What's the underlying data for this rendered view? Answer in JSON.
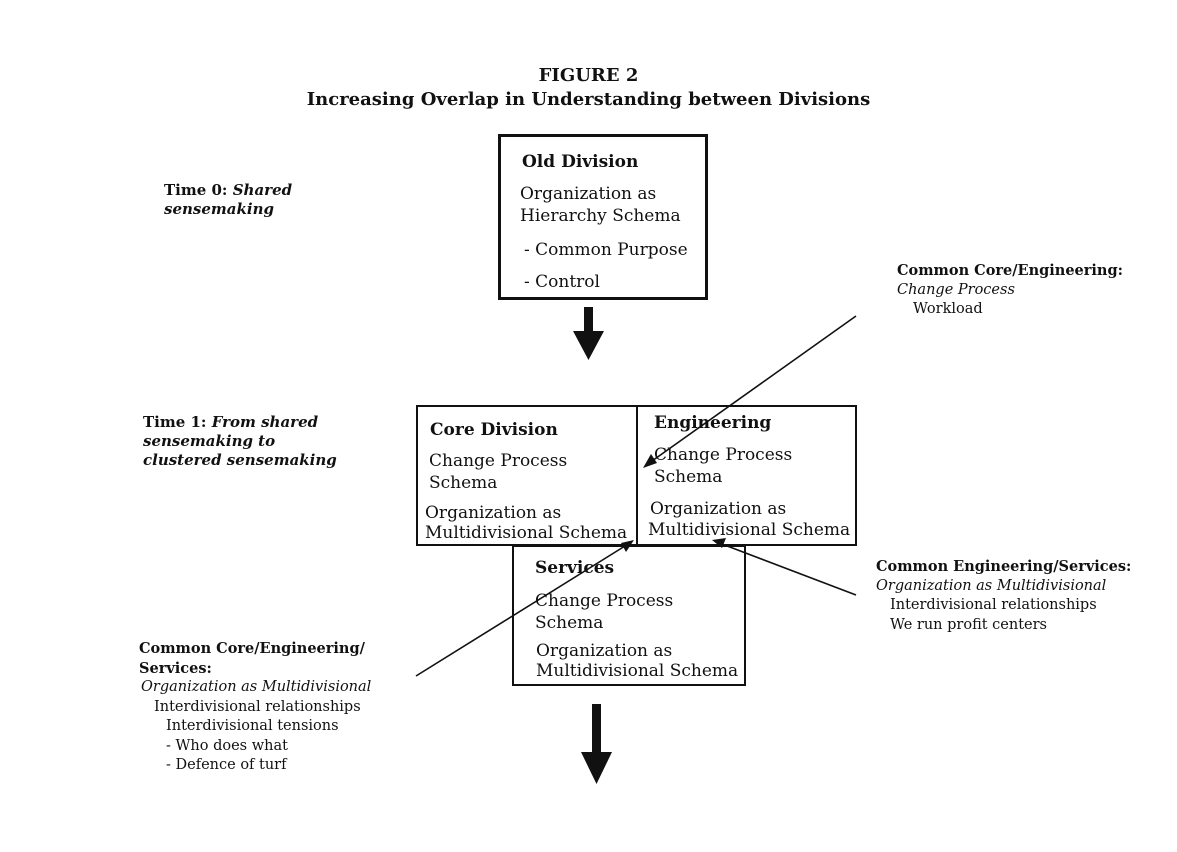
{
  "figure": {
    "label": "FIGURE 2",
    "title": "Increasing Overlap in Understanding between Divisions"
  },
  "time0": {
    "prefix": "Time 0:",
    "text_line1": "Shared",
    "text_line2": "sensemaking"
  },
  "time1": {
    "prefix": "Time 1:",
    "text_line1": "From shared",
    "text_line2": "sensemaking to",
    "text_line3": "clustered sensemaking"
  },
  "old_division": {
    "heading": "Old Division",
    "line1": "Organization as",
    "line2": "Hierarchy Schema",
    "item1": "- Common Purpose",
    "item2": "- Control"
  },
  "core_division": {
    "heading": "Core Division",
    "line1": "Change Process",
    "line2": "Schema",
    "line3": "Organization as",
    "line4": "Multidivisional Schema"
  },
  "engineering": {
    "heading": "Engineering",
    "line1": "Change Process",
    "line2": "Schema",
    "line3": "Organization as",
    "line4": "Multidivisional Schema"
  },
  "services": {
    "heading": "Services",
    "line1": "Change Process",
    "line2": "Schema",
    "line3": "Organization as",
    "line4": "Multidivisional Schema"
  },
  "note_core_eng": {
    "heading": "Common Core/Engineering:",
    "italic": "Change Process",
    "line1": "Workload"
  },
  "note_eng_services": {
    "heading": "Common Engineering/Services:",
    "italic": "Organization as Multidivisional",
    "line1": "Interdivisional relationships",
    "line2": "We run profit centers"
  },
  "note_all": {
    "heading1": "Common Core/Engineering/",
    "heading2": "Services:",
    "italic": "Organization as Multidivisional",
    "line1": "Interdivisional relationships",
    "line2": "Interdivisional tensions",
    "line3": "- Who does what",
    "line4": "- Defence of turf"
  }
}
